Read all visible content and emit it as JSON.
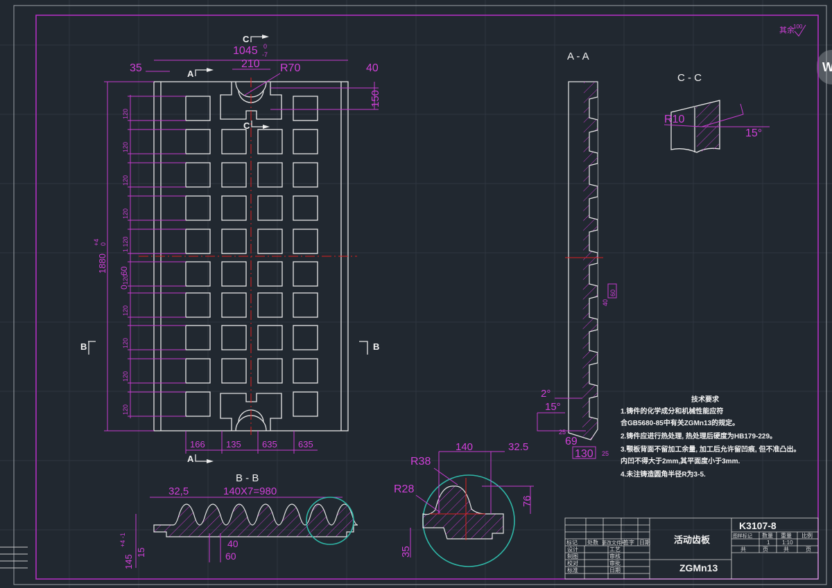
{
  "drawing": {
    "roughness_note": "其余",
    "roughness_value": "100",
    "badge": "W",
    "front_view": {
      "width_dim": "1045",
      "width_tol_upper": "0",
      "width_tol_lower": "-7",
      "dim_35": "35",
      "dim_210": "210",
      "dim_r70": "R70",
      "dim_40": "40",
      "dim_150": "150",
      "height_dim": "1880",
      "height_tol_upper": "+4",
      "height_tol_lower": "0",
      "row_dims": [
        "120",
        "120",
        "120",
        "120",
        "1 120",
        "120",
        "120",
        "120",
        "120",
        "120"
      ],
      "center_dims": [
        "60",
        "0"
      ],
      "bottom_dims": [
        "166",
        "135",
        "635",
        "635"
      ],
      "section_marks": {
        "a_top": "A",
        "a_bottom": "A",
        "c_top": "C",
        "c_mid": "C",
        "b_left": "B",
        "b_right": "B"
      }
    },
    "section_aa": {
      "title": "A - A",
      "dim_2deg": "2°",
      "dim_15deg": "15°",
      "dim_69": "69",
      "dim_130": "130",
      "dim_40": "40",
      "dim_60": "60",
      "rough_a": "25",
      "rough_b": "25"
    },
    "section_cc": {
      "title": "C - C",
      "dim_r10": "R10",
      "dim_15deg": "15°"
    },
    "section_bb": {
      "title": "B - B",
      "dim_325": "32,5",
      "dim_pitch": "140X7=980",
      "dim_40": "40",
      "dim_60": "60",
      "dim_15": "15",
      "dim_145": "145",
      "dim_145_tol": "+4 -1"
    },
    "detail": {
      "dim_140": "140",
      "dim_325": "32.5",
      "dim_r38": "R38",
      "dim_r28": "R28",
      "dim_76": "76",
      "dim_35": "35"
    },
    "tech_requirements": {
      "title": "技术要求",
      "lines": [
        "1.铸件的化学成分和机械性能应符",
        "合GB5680-85中有关ZGMn13的规定。",
        "2.铸件应进行热处理, 热处理后硬度为HB179-229。",
        "3.颚板背面不留加工余量, 加工后允许留凹痕, 但不准凸出。",
        "内凹不得大于2mm,其平面度小于3mm.",
        "4.未注铸造圆角半径R为3-5."
      ]
    },
    "title_block": {
      "drawing_number": "K3107-8",
      "part_name": "活动齿板",
      "material": "ZGMn13",
      "header_labels": [
        "标记",
        "处数",
        "更改文件号",
        "签字",
        "日期"
      ],
      "role_rows": [
        [
          "设计",
          "工艺"
        ],
        [
          "制图",
          "审核"
        ],
        [
          "校对",
          "审批"
        ],
        [
          "标准",
          "日期"
        ]
      ],
      "right_headers": [
        "图样标记",
        "数量",
        "重量",
        "比例"
      ],
      "quantity": "1",
      "weight": "1:10",
      "pages": [
        "共",
        "页",
        "共",
        "页"
      ]
    }
  }
}
